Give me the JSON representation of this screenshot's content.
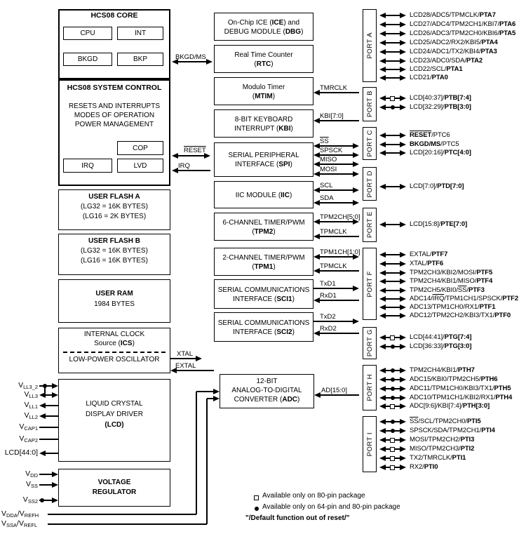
{
  "colors": {
    "ink": "#000000",
    "paper": "#ffffff"
  },
  "core_block": {
    "title_line": [
      {
        "b": "HCS08 CORE"
      }
    ],
    "cells": [
      "CPU",
      "INT",
      "BKGD",
      "BKP"
    ]
  },
  "system_control_block": {
    "title_line": [
      {
        "b": "HCS08 SYSTEM CONTROL"
      }
    ],
    "body_lines": [
      [
        "RESETS AND INTERRUPTS"
      ],
      [
        "MODES OF OPERATION"
      ],
      [
        "POWER MANAGEMENT"
      ]
    ],
    "cells": [
      "COP",
      "IRQ",
      "LVD"
    ]
  },
  "flash_a": {
    "lines": [
      [
        {
          "b": "USER FLASH A"
        }
      ],
      [
        "(LG32 = 16K BYTES)"
      ],
      [
        "(LG16 = 2K BYTES)"
      ]
    ]
  },
  "flash_b": {
    "lines": [
      [
        {
          "b": "USER FLASH B"
        }
      ],
      [
        "(LG32 = 16K BYTES)"
      ],
      [
        "(LG16 = 16K BYTES)"
      ]
    ]
  },
  "ram": {
    "lines": [
      [
        {
          "b": "USER RAM"
        }
      ],
      [
        "1984 BYTES"
      ]
    ]
  },
  "ics": {
    "upper": [
      [
        "INTERNAL CLOCK"
      ],
      [
        "Source (",
        {
          "b": "ICS"
        },
        ")"
      ]
    ],
    "lower": [
      [
        "LOW-POWER OSCILLATOR"
      ]
    ]
  },
  "lcd": {
    "lines": [
      [
        "LIQUID CRYSTAL"
      ],
      [
        "DISPLAY DRIVER"
      ],
      [
        {
          "b": "(LCD)"
        }
      ]
    ]
  },
  "vreg": {
    "lines": [
      [
        {
          "b": "VOLTAGE"
        }
      ],
      [
        {
          "b": "REGULATOR"
        }
      ]
    ]
  },
  "core_signals": [
    {
      "label": [
        "BKGD/MS"
      ],
      "dir": "bidir"
    },
    {
      "label": [
        {
          "o": "RESET"
        }
      ],
      "dir": "bidir"
    },
    {
      "label": [
        "IRQ"
      ],
      "dir": "in"
    }
  ],
  "clock_signals": [
    {
      "label": [
        "XTAL"
      ],
      "dir": "out"
    },
    {
      "label": [
        "EXTAL"
      ],
      "dir": "in"
    }
  ],
  "modules": [
    {
      "id": "ice",
      "lines": [
        [
          "On-Chip ICE (",
          {
            "b": "ICE"
          },
          ") and"
        ],
        [
          "DEBUG MODULE (",
          {
            "b": "DBG"
          },
          ")"
        ]
      ],
      "signals": []
    },
    {
      "id": "rtc",
      "lines": [
        [
          "Real Time Counter"
        ],
        [
          "(",
          {
            "b": "RTC"
          },
          ")"
        ]
      ],
      "signals": []
    },
    {
      "id": "mtim",
      "lines": [
        [
          "Modulo Timer"
        ],
        [
          "(",
          {
            "b": "MTIM"
          },
          ")"
        ]
      ],
      "signals": [
        {
          "label": [
            "TMRCLK"
          ],
          "dir": "in"
        }
      ]
    },
    {
      "id": "kbi",
      "lines": [
        [
          "8-BIT KEYBOARD"
        ],
        [
          "INTERRUPT (",
          {
            "b": "KBI"
          },
          ")"
        ]
      ],
      "signals": [
        {
          "label": [
            "KBI[7:0]"
          ],
          "dir": "in"
        }
      ]
    },
    {
      "id": "spi",
      "lines": [
        [
          "SERIAL PERIPHERAL"
        ],
        [
          "INTERFACE (",
          {
            "b": "SPI"
          },
          ")"
        ]
      ],
      "signals": [
        {
          "label": [
            {
              "o": "SS"
            }
          ],
          "dir": "bidir"
        },
        {
          "label": [
            "SPSCK"
          ],
          "dir": "bidir"
        },
        {
          "label": [
            "MISO"
          ],
          "dir": "bidir"
        },
        {
          "label": [
            "MOSI"
          ],
          "dir": "bidir"
        }
      ]
    },
    {
      "id": "iic",
      "lines": [
        [
          "IIC MODULE (",
          {
            "b": "IIC"
          },
          ")"
        ]
      ],
      "signals": [
        {
          "label": [
            "SCL"
          ],
          "dir": "bidir"
        },
        {
          "label": [
            "SDA"
          ],
          "dir": "bidir"
        }
      ]
    },
    {
      "id": "tpm2",
      "lines": [
        [
          "6-CHANNEL TIMER/PWM"
        ],
        [
          "(",
          {
            "b": "TPM2"
          },
          ")"
        ]
      ],
      "signals": [
        {
          "label": [
            "TPM2CH[5:0]"
          ],
          "dir": "bidir"
        },
        {
          "label": [
            "TPMCLK"
          ],
          "dir": "in"
        }
      ]
    },
    {
      "id": "tpm1",
      "lines": [
        [
          "2-CHANNEL TIMER/PWM"
        ],
        [
          "(",
          {
            "b": "TPM1"
          },
          ")"
        ]
      ],
      "signals": [
        {
          "label": [
            "TPM1CH[1:0]"
          ],
          "dir": "bidir"
        },
        {
          "label": [
            "TPMCLK"
          ],
          "dir": "in"
        }
      ]
    },
    {
      "id": "sci1",
      "lines": [
        [
          "SERIAL COMMUNICATIONS"
        ],
        [
          "INTERFACE (",
          {
            "b": "SCI1"
          },
          ")"
        ]
      ],
      "signals": [
        {
          "label": [
            "TxD1"
          ],
          "dir": "out"
        },
        {
          "label": [
            "RxD1"
          ],
          "dir": "in"
        }
      ]
    },
    {
      "id": "sci2",
      "lines": [
        [
          "SERIAL COMMUNICATIONS"
        ],
        [
          "INTERFACE (",
          {
            "b": "SCI2"
          },
          ")"
        ]
      ],
      "signals": [
        {
          "label": [
            "TxD2"
          ],
          "dir": "out"
        },
        {
          "label": [
            "RxD2"
          ],
          "dir": "in"
        }
      ]
    }
  ],
  "adc": {
    "lines": [
      [
        "12-BIT"
      ],
      [
        "ANALOG-TO-DIGITAL"
      ],
      [
        "CONVERTER (",
        {
          "b": "ADC"
        },
        ")"
      ]
    ],
    "signals": [
      {
        "label": [
          "AD[15:0]"
        ],
        "dir": "in"
      }
    ]
  },
  "pins": [
    {
      "label": [
        "V",
        {
          "s": "LL3_2"
        }
      ],
      "dir": "in",
      "dot": true
    },
    {
      "label": [
        "V",
        {
          "s": "LL3"
        }
      ],
      "dir": "bidir"
    },
    {
      "label": [
        "V",
        {
          "s": "LL1"
        }
      ],
      "dir": "out"
    },
    {
      "label": [
        "V",
        {
          "s": "LL2"
        }
      ],
      "dir": "out"
    },
    {
      "label": [
        "V",
        {
          "s": "CAP1"
        }
      ],
      "dir": "none"
    },
    {
      "label": [
        "V",
        {
          "s": "CAP2"
        }
      ],
      "dir": "none"
    },
    {
      "label": [
        "LCD[44:0]"
      ],
      "dir": "out"
    },
    {
      "label": [
        "V",
        {
          "s": "DD"
        }
      ],
      "dir": "in"
    },
    {
      "label": [
        "V",
        {
          "s": "SS"
        }
      ],
      "dir": "in"
    },
    {
      "label": [
        "V",
        {
          "s": "SS2"
        }
      ],
      "dir": "in",
      "dot": true
    }
  ],
  "adc_refs": [
    {
      "label": [
        "V",
        {
          "s": "DDA"
        },
        "/V",
        {
          "s": "REFH"
        }
      ]
    },
    {
      "label": [
        "V",
        {
          "s": "SSA"
        },
        "/V",
        {
          "s": "REFL"
        }
      ]
    }
  ],
  "ports": [
    {
      "name": "PORT A",
      "rows": [
        {
          "label": [
            "LCD28/ADC5/TPMCLK/",
            {
              "b": "PTA7"
            }
          ]
        },
        {
          "label": [
            "LCD27/ADC4/TPM2CH1/KBI7/",
            {
              "b": "PTA6"
            }
          ]
        },
        {
          "label": [
            "LCD26/ADC3/TPM2CH0/KBI6/",
            {
              "b": "PTA5"
            }
          ]
        },
        {
          "label": [
            "LCD25/ADC2/RX2/KBI5/",
            {
              "b": "PTA4"
            }
          ]
        },
        {
          "label": [
            "LCD24/ADC1/TX2/KBI4/",
            {
              "b": "PTA3"
            }
          ]
        },
        {
          "label": [
            "LCD23/ADC0/SDA/",
            {
              "b": "PTA2"
            }
          ]
        },
        {
          "label": [
            "LCD22/SCL/",
            {
              "b": "PTA1"
            }
          ]
        },
        {
          "label": [
            "LCD21/",
            {
              "b": "PTA0"
            }
          ]
        }
      ]
    },
    {
      "name": "PORT B",
      "rows": [
        {
          "label": [
            "LCD[40:37]/",
            {
              "b": "PTB[7:4]"
            }
          ],
          "sym": "square"
        },
        {
          "label": [
            "LCD[32:29]/",
            {
              "b": "PTB[3:0]"
            }
          ],
          "sym": "dot"
        }
      ]
    },
    {
      "name": "PORT C",
      "rows": [
        {
          "label": [
            {
              "ob": "RESET"
            },
            "/PTC6"
          ]
        },
        {
          "label": [
            {
              "b": "BKGD/MS"
            },
            "/PTC5"
          ]
        },
        {
          "label": [
            "LCD[20:16]/",
            {
              "b": "PTC[4:0]"
            }
          ]
        }
      ]
    },
    {
      "name": "PORT D",
      "rows": [
        {
          "label": [
            "LCD[7:0]/",
            {
              "b": "PTD[7:0]"
            }
          ]
        }
      ]
    },
    {
      "name": "PORT E",
      "rows": [
        {
          "label": [
            "LCD[15:8]/",
            {
              "b": "PTE[7:0]"
            }
          ]
        }
      ]
    },
    {
      "name": "PORT F",
      "rows": [
        {
          "label": [
            "EXTAL/",
            {
              "b": "PTF7"
            }
          ]
        },
        {
          "label": [
            "XTAL/",
            {
              "b": "PTF6"
            }
          ]
        },
        {
          "label": [
            "TPM2CH3/KBI2/MOSI/",
            {
              "b": "PTF5"
            }
          ]
        },
        {
          "label": [
            "TPM2CH4/KBI1/MISO/",
            {
              "b": "PTF4"
            }
          ]
        },
        {
          "label": [
            "TPM2CH5/KBI0/",
            {
              "o": "SS"
            },
            "/",
            {
              "b": "PTF3"
            }
          ]
        },
        {
          "label": [
            "ADC14/",
            {
              "o": "IRQ"
            },
            "/TPM1CH1/SPSCK/",
            {
              "b": "PTF2"
            }
          ]
        },
        {
          "label": [
            "ADC13/TPM1CH0/RX1/",
            {
              "b": "PTF1"
            }
          ]
        },
        {
          "label": [
            "ADC12/TPM2CH2/KBI3/TX1/",
            {
              "b": "PTF0"
            }
          ]
        }
      ]
    },
    {
      "name": "PORT G",
      "rows": [
        {
          "label": [
            "LCD[44:41]/",
            {
              "b": "PTG[7:4]"
            }
          ],
          "sym": "square"
        },
        {
          "label": [
            "LCD[36:33]/",
            {
              "b": "PTG[3:0]"
            }
          ],
          "sym": "dot"
        }
      ]
    },
    {
      "name": "PORT H",
      "rows": [
        {
          "label": [
            "TPM2CH4/KBI1/",
            {
              "b": "PTH7"
            }
          ],
          "sym": "dot"
        },
        {
          "label": [
            "ADC15/KBI0/TPM2CH5/",
            {
              "b": "PTH6"
            }
          ],
          "sym": "dot"
        },
        {
          "label": [
            "ADC11/TPM1CH0/KBI3/TX1/",
            {
              "b": "PTH5"
            }
          ],
          "sym": "dot"
        },
        {
          "label": [
            "ADC10/TPM1CH1/KBI2/RX1/",
            {
              "b": "PTH4"
            }
          ],
          "sym": "dot"
        },
        {
          "label": [
            "ADC[9:6]/KBI[7:4]/",
            {
              "b": "PTH[3:0]"
            }
          ],
          "sym": "square"
        }
      ]
    },
    {
      "name": "PORT I",
      "rows": [
        {
          "label": [
            {
              "o": "SS"
            },
            "/SCL/TPM2CH0/",
            {
              "b": "PTI5"
            }
          ],
          "sym": "dot"
        },
        {
          "label": [
            "SPSCK/SDA/TPM2CH1/",
            {
              "b": "PTI4"
            }
          ],
          "sym": "dot"
        },
        {
          "label": [
            "MOSI/TPM2CH2/",
            {
              "b": "PTI3"
            }
          ],
          "sym": "square"
        },
        {
          "label": [
            "MISO/TPM2CH3/",
            {
              "b": "PTI2"
            }
          ],
          "sym": "square"
        },
        {
          "label": [
            "TX2/TMRCLK/",
            {
              "b": "PTI1"
            }
          ],
          "sym": "square"
        },
        {
          "label": [
            "RX2/",
            {
              "b": "PTI0"
            }
          ],
          "sym": "square"
        }
      ]
    }
  ],
  "legend": {
    "square": "Available only on 80-pin package",
    "dot": "Available only on 64-pin and 80-pin package",
    "note": "\"/Default function out of reset/\""
  }
}
